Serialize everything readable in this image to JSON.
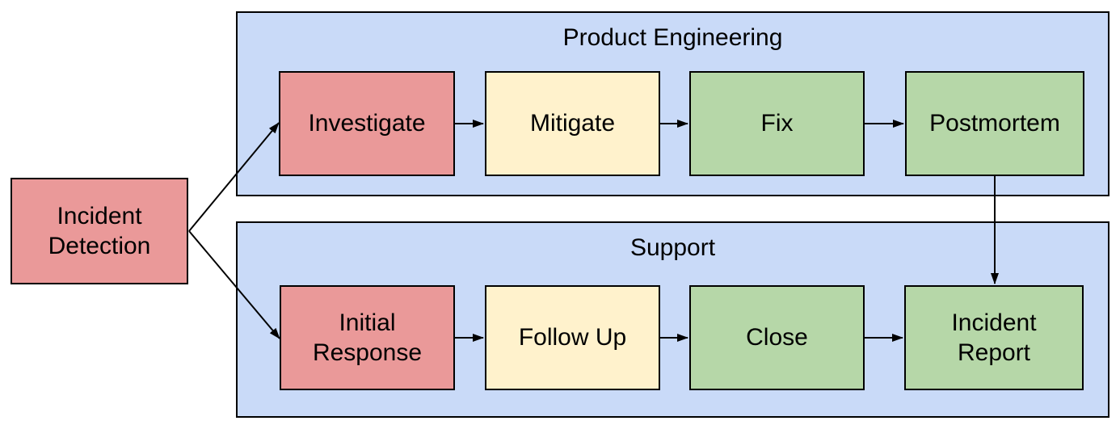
{
  "diagram": {
    "start": {
      "label": "Incident Detection",
      "fill": "#ea9999"
    },
    "lanes": [
      {
        "title": "Product Engineering",
        "fill": "#c9daf8",
        "nodes": [
          {
            "label": "Investigate",
            "fill": "#ea9999"
          },
          {
            "label": "Mitigate",
            "fill": "#fff2cc"
          },
          {
            "label": "Fix",
            "fill": "#b6d7a8"
          },
          {
            "label": "Postmortem",
            "fill": "#b6d7a8"
          }
        ]
      },
      {
        "title": "Support",
        "fill": "#c9daf8",
        "nodes": [
          {
            "label": "Initial Response",
            "fill": "#ea9999"
          },
          {
            "label": "Follow Up",
            "fill": "#fff2cc"
          },
          {
            "label": "Close",
            "fill": "#b6d7a8"
          },
          {
            "label": "Incident Report",
            "fill": "#b6d7a8"
          }
        ]
      }
    ],
    "edges": [
      {
        "from": "Incident Detection",
        "to": "Investigate"
      },
      {
        "from": "Incident Detection",
        "to": "Initial Response"
      },
      {
        "from": "Investigate",
        "to": "Mitigate"
      },
      {
        "from": "Mitigate",
        "to": "Fix"
      },
      {
        "from": "Fix",
        "to": "Postmortem"
      },
      {
        "from": "Postmortem",
        "to": "Incident Report"
      },
      {
        "from": "Initial Response",
        "to": "Follow Up"
      },
      {
        "from": "Follow Up",
        "to": "Close"
      },
      {
        "from": "Close",
        "to": "Incident Report"
      }
    ],
    "colors": {
      "node_red": "#ea9999",
      "node_yellow": "#fff2cc",
      "node_green": "#b6d7a8",
      "lane_blue": "#c9daf8",
      "border": "#000000",
      "arrow": "#000000",
      "text": "#000000",
      "background": "#ffffff"
    }
  }
}
